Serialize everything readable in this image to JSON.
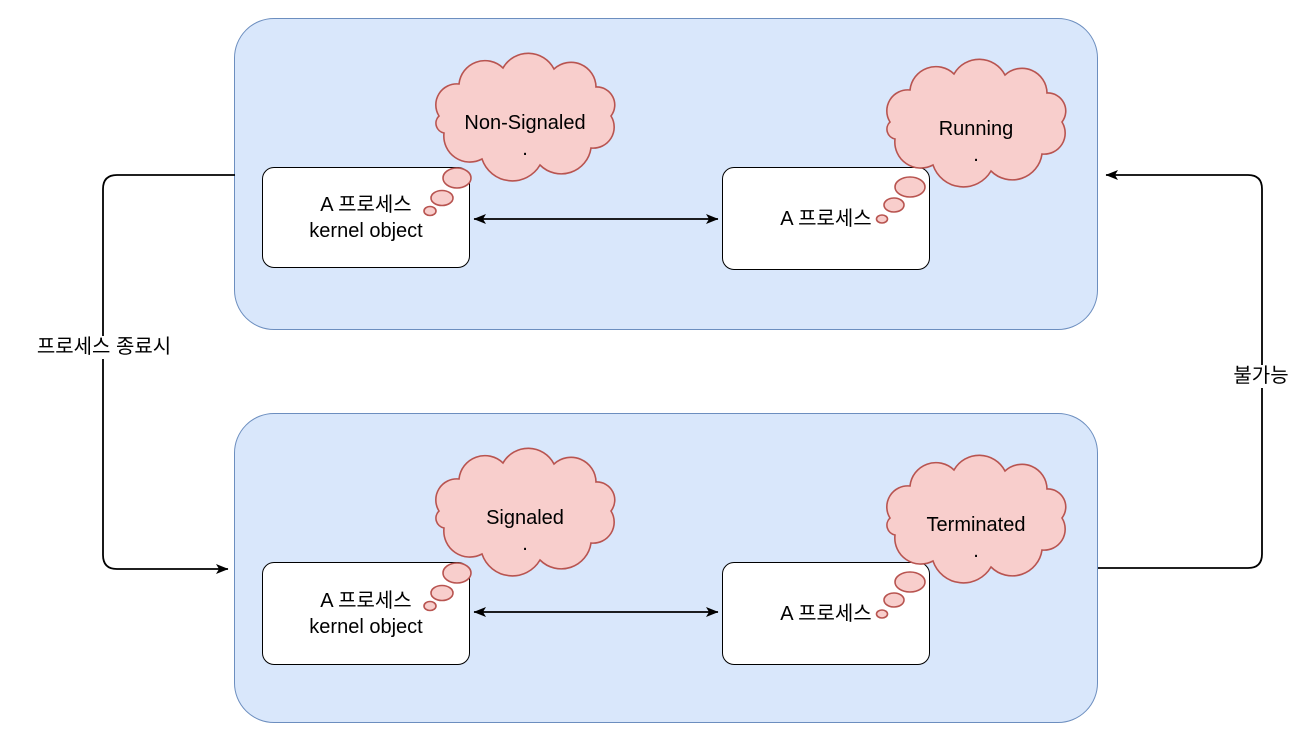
{
  "colors": {
    "container_fill": "#d9e7fb",
    "container_border": "#6c8ebf",
    "cloud_fill": "#f8cecc",
    "cloud_border": "#b85450",
    "box_fill": "#ffffff",
    "box_border": "#000000",
    "edge_color": "#000000",
    "text_color": "#000000"
  },
  "top_group": {
    "kernel_box": {
      "line1": "A 프로세스",
      "line2": "kernel object"
    },
    "kernel_cloud": {
      "label": "Non-Signaled",
      "sub": "."
    },
    "process_box": {
      "line1": "A 프로세스"
    },
    "process_cloud": {
      "label": "Running",
      "sub": "."
    }
  },
  "bottom_group": {
    "kernel_box": {
      "line1": "A 프로세스",
      "line2": "kernel object"
    },
    "kernel_cloud": {
      "label": "Signaled",
      "sub": "."
    },
    "process_box": {
      "line1": "A 프로세스"
    },
    "process_cloud": {
      "label": "Terminated",
      "sub": "."
    }
  },
  "edges": {
    "left_label": "프로세스 종료시",
    "right_label": "불가능"
  }
}
